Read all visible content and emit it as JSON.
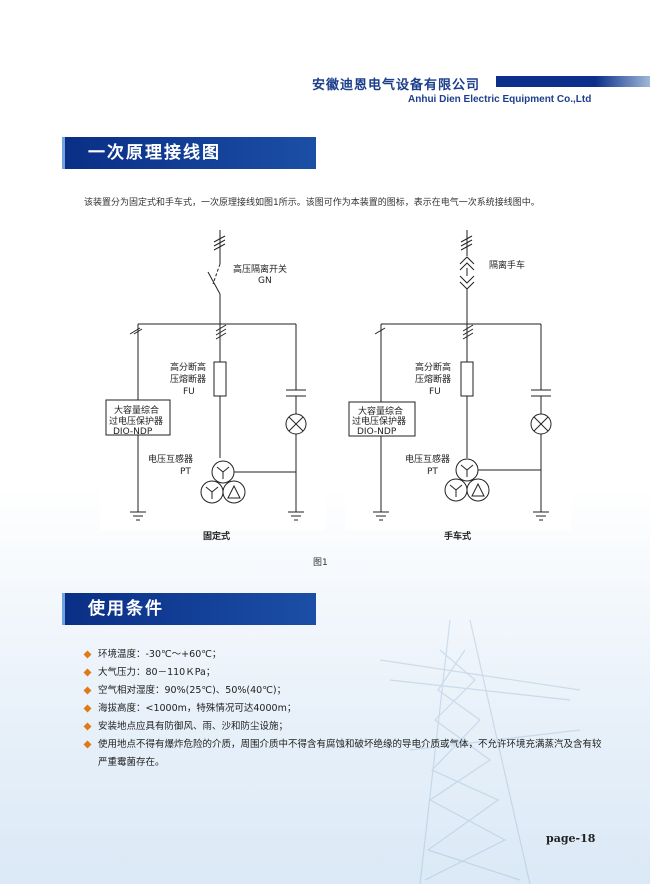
{
  "header": {
    "company_cn": "安徽迪恩电气设备有限公司",
    "company_en": "Anhui Dien Electric Equipment Co.,Ltd"
  },
  "section1": {
    "title": "一次原理接线图",
    "intro": "该装置分为固定式和手车式，一次原理接线如图1所示。该图可作为本装置的图标，表示在电气一次系统接线图中。"
  },
  "diagram_fixed": {
    "switch_label_1": "高压隔离开关",
    "switch_label_2": "GN",
    "fuse_label_1": "高分断高",
    "fuse_label_2": "压熔断器",
    "fuse_label_3": "FU",
    "protector_label_1": "大容量综合",
    "protector_label_2": "过电压保护器",
    "protector_label_3": "DIO-NDP",
    "pt_label_1": "电压互感器",
    "pt_label_2": "PT",
    "caption": "固定式"
  },
  "diagram_cart": {
    "cart_label": "隔离手车",
    "fuse_label_1": "高分断高",
    "fuse_label_2": "压熔断器",
    "fuse_label_3": "FU",
    "protector_label_1": "大容量综合",
    "protector_label_2": "过电压保护器",
    "protector_label_3": "DIO-NDP",
    "pt_label_1": "电压互感器",
    "pt_label_2": "PT",
    "caption": "手车式"
  },
  "figure_caption": "图1",
  "section2": {
    "title": "使用条件",
    "items": [
      "环境温度：-30℃～+60℃；",
      "大气压力：80－110ＫPa；",
      "空气相对湿度：90%(25℃)、50%(40℃)；",
      "海拔高度：<1000m，特殊情况可达4000m；",
      "安装地点应具有防御风、雨、沙和防尘设施；",
      "使用地点不得有爆炸危险的介质，周围介质中不得含有腐蚀和破坏绝缘的导电介质或气体，不允许环境充满蒸汽及含有较严重霉菌存在。"
    ]
  },
  "footer": {
    "page": "page-18"
  },
  "colors": {
    "brand_blue": "#0a2e86",
    "bullet_orange": "#e07a16"
  }
}
